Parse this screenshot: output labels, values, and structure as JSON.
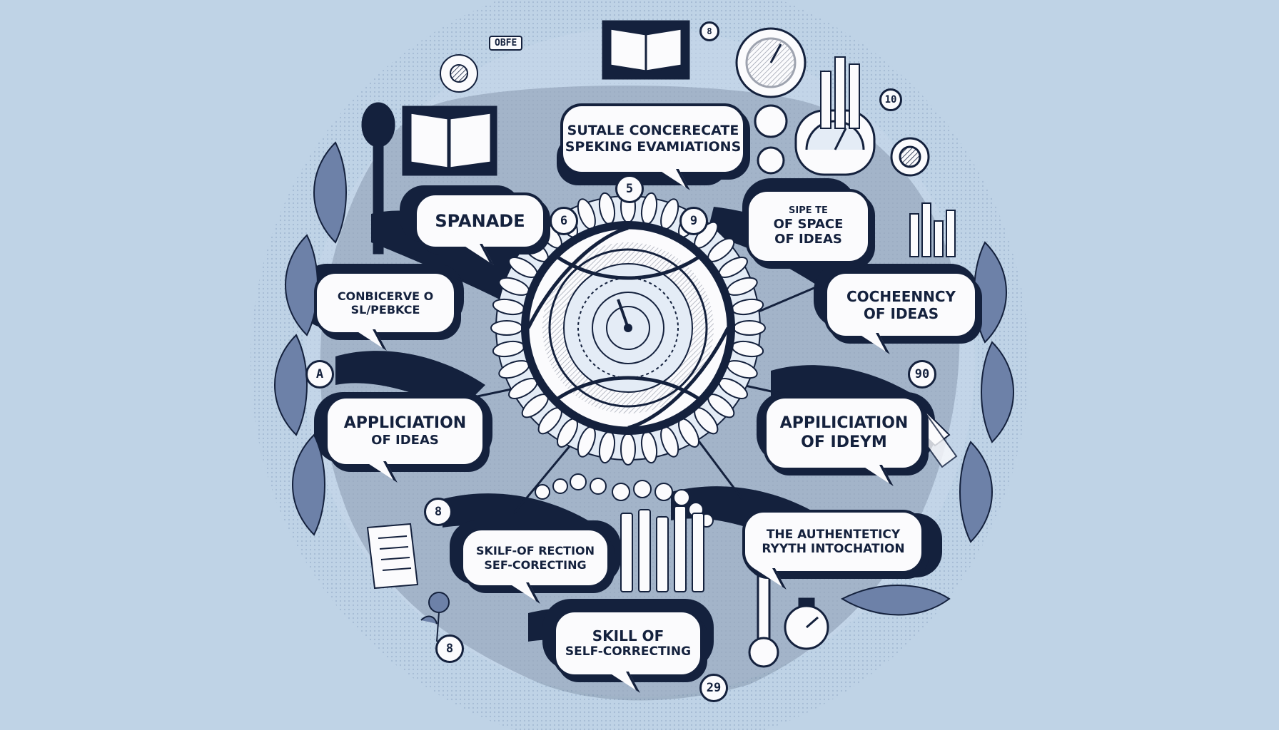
{
  "colors": {
    "background": "#bfd3e6",
    "ink": "#14213d",
    "paper": "#fbfbfd",
    "mid": "#5c6f96"
  },
  "icons": [
    "microphone-icon",
    "book-icon",
    "gauge-icon",
    "dial-icon",
    "leaf-icon",
    "pencil-icon",
    "stopwatch-icon",
    "bar-chart-icon",
    "sunflower-icon",
    "rose-icon",
    "note-paper-icon",
    "tape-icon"
  ],
  "bubbles": {
    "b1": {
      "line1": "SUTALE CONCERECATE",
      "line2": "SPEKING EVAMIATIONS"
    },
    "b2": {
      "line1": "SPANADE"
    },
    "b3": {
      "line1": "SIPE TE",
      "line2": "OF SPACE",
      "line3": "OF IDEAS"
    },
    "b4": {
      "line1": "CONBICERVE O",
      "line2": "SL/PEBKCE"
    },
    "b5": {
      "line1": "COCHEENNCY",
      "line2": "OF IDEAS"
    },
    "b6": {
      "line1": "APPLICIATION",
      "line2": "OF IDEAS"
    },
    "b7": {
      "line1": "APPILICIATION",
      "line2": "OF IDEYM"
    },
    "b8": {
      "line1": "SKILF-OF RECTION",
      "line2": "SEF-CORECTING"
    },
    "b9": {
      "line1": "THE AUTHENTETICY",
      "line2": "RYYTH INTOCHATION"
    },
    "b10": {
      "line1": "SKILL OF",
      "line2": "SELF-CORRECTING"
    }
  },
  "badges": {
    "n1": "5",
    "n2": "6",
    "n3": "9",
    "n4": "A",
    "n5": "90",
    "n6": "8",
    "n7": "8",
    "n8": "29",
    "n9": "10",
    "n10": "8"
  },
  "tags": {
    "t1": "OBFE"
  }
}
